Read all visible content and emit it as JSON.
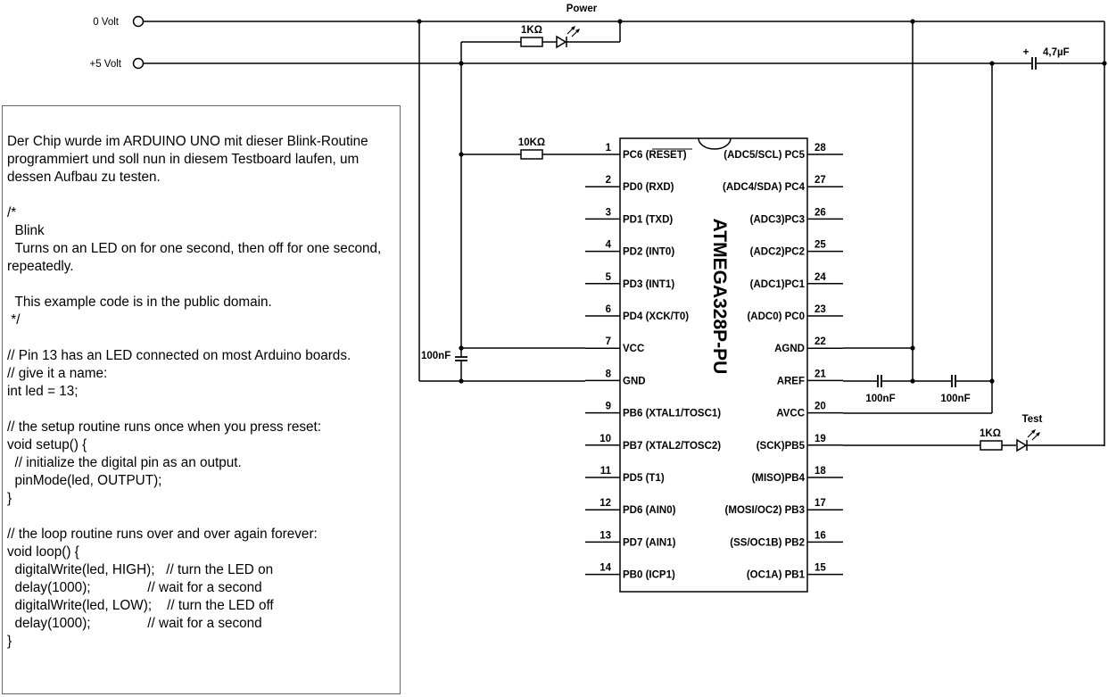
{
  "rails": {
    "gnd_label": "0 Volt",
    "vcc_label": "+5 Volt"
  },
  "power_led": {
    "title": "Power",
    "resistor": "1KΩ"
  },
  "reset_resistor": "10KΩ",
  "vcc_cap": "100nF",
  "aref_cap": "100nF",
  "avcc_cap": "100nF",
  "elko": {
    "polarity": "+",
    "value": "4,7µF"
  },
  "test_led": {
    "title": "Test",
    "resistor": "1KΩ"
  },
  "chip": {
    "name": "ATMEGA328P-PU",
    "left_pins": [
      {
        "num": "1",
        "label": "PC6 (RESET)"
      },
      {
        "num": "2",
        "label": "PD0 (RXD)"
      },
      {
        "num": "3",
        "label": "PD1 (TXD)"
      },
      {
        "num": "4",
        "label": "PD2 (INT0)"
      },
      {
        "num": "5",
        "label": "PD3 (INT1)"
      },
      {
        "num": "6",
        "label": "PD4 (XCK/T0)"
      },
      {
        "num": "7",
        "label": "VCC"
      },
      {
        "num": "8",
        "label": "GND"
      },
      {
        "num": "9",
        "label": "PB6 (XTAL1/TOSC1)"
      },
      {
        "num": "10",
        "label": "PB7 (XTAL2/TOSC2)"
      },
      {
        "num": "11",
        "label": "PD5 (T1)"
      },
      {
        "num": "12",
        "label": "PD6 (AIN0)"
      },
      {
        "num": "13",
        "label": "PD7 (AIN1)"
      },
      {
        "num": "14",
        "label": "PB0 (ICP1)"
      }
    ],
    "right_pins": [
      {
        "num": "28",
        "label": "(ADC5/SCL) PC5"
      },
      {
        "num": "27",
        "label": "(ADC4/SDA) PC4"
      },
      {
        "num": "26",
        "label": "(ADC3)PC3"
      },
      {
        "num": "25",
        "label": "(ADC2)PC2"
      },
      {
        "num": "24",
        "label": "(ADC1)PC1"
      },
      {
        "num": "23",
        "label": "(ADC0) PC0"
      },
      {
        "num": "22",
        "label": "AGND"
      },
      {
        "num": "21",
        "label": "AREF"
      },
      {
        "num": "20",
        "label": "AVCC"
      },
      {
        "num": "19",
        "label": "(SCK)PB5"
      },
      {
        "num": "18",
        "label": "(MISO)PB4"
      },
      {
        "num": "17",
        "label": "(MOSI/OC2) PB3"
      },
      {
        "num": "16",
        "label": "(SS/OC1B) PB2"
      },
      {
        "num": "15",
        "label": "(OC1A) PB1"
      }
    ]
  },
  "note": {
    "intro": "Der Chip wurde im ARDUINO UNO mit dieser Blink-Routine programmiert und soll nun in diesem Testboard laufen, um dessen Aufbau zu testen.",
    "code": "/*\n  Blink\n  Turns on an LED on for one second, then off for one second, repeatedly.\n\n  This example code is in the public domain.\n */\n\n// Pin 13 has an LED connected on most Arduino boards.\n// give it a name:\nint led = 13;\n\n// the setup routine runs once when you press reset:\nvoid setup() {\n  // initialize the digital pin as an output.\n  pinMode(led, OUTPUT);\n}\n\n// the loop routine runs over and over again forever:\nvoid loop() {\n  digitalWrite(led, HIGH);   // turn the LED on\n  delay(1000);               // wait for a second\n  digitalWrite(led, LOW);    // turn the LED off\n  delay(1000);               // wait for a second\n}"
  }
}
